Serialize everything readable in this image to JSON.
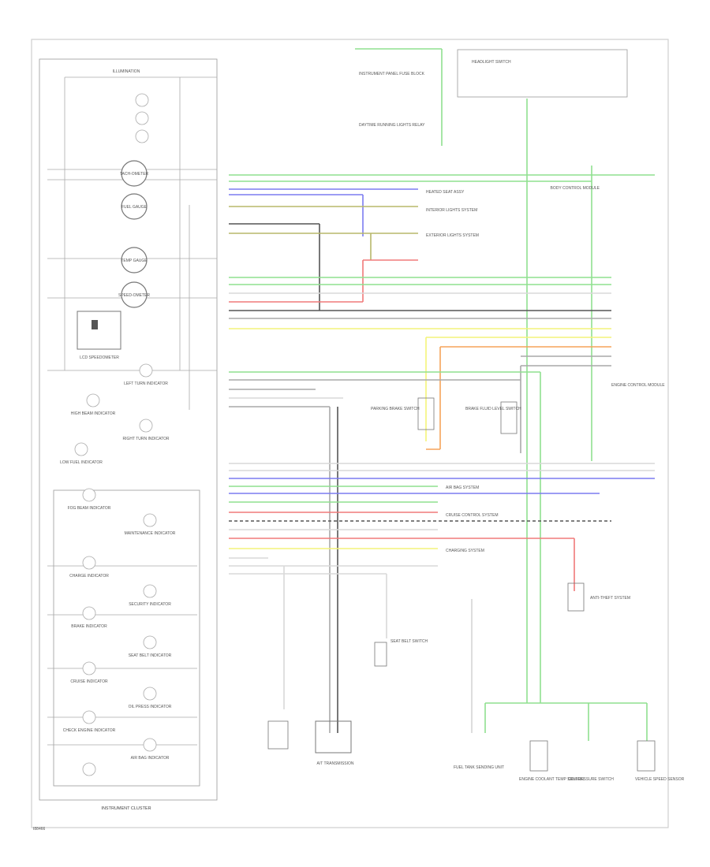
{
  "footer": {
    "code": "I88466"
  },
  "cluster": {
    "name": "INSTRUMENT CLUSTER",
    "top_label": "ILLUMINATION",
    "gauges": [
      "TACH-OMETER",
      "FUEL GAUGE",
      "TEMP GAUGE",
      "SPEED-OMETER"
    ],
    "components": [
      {
        "id": "c1",
        "text": "LCD SPEEDOMETER"
      },
      {
        "id": "c2",
        "text": "LEFT TURN INDICATOR"
      },
      {
        "id": "c3",
        "text": "HIGH BEAM INDICATOR"
      },
      {
        "id": "c4",
        "text": "RIGHT TURN INDICATOR"
      },
      {
        "id": "c5",
        "text": "LOW FUEL INDICATOR"
      },
      {
        "id": "c6",
        "text": "FOG BEAM INDICATOR"
      },
      {
        "id": "c7",
        "text": "MAINTENANCE INDICATOR"
      },
      {
        "id": "c8",
        "text": "CHARGE INDICATOR"
      },
      {
        "id": "c9",
        "text": "SECURITY INDICATOR"
      },
      {
        "id": "c10",
        "text": "BRAKE INDICATOR"
      },
      {
        "id": "c11",
        "text": "SEAT BELT INDICATOR"
      },
      {
        "id": "c12",
        "text": "CRUISE INDICATOR"
      },
      {
        "id": "c13",
        "text": "OIL PRESS INDICATOR"
      },
      {
        "id": "c14",
        "text": "CHECK ENGINE INDICATOR"
      },
      {
        "id": "c15",
        "text": "AIR BAG INDICATOR"
      }
    ]
  },
  "devices": [
    {
      "id": "d1",
      "text": "INSTRUMENT PANEL FUSE BLOCK"
    },
    {
      "id": "d2",
      "text": "DAYTIME RUNNING LIGHTS RELAY"
    },
    {
      "id": "d3",
      "text": "BODY CONTROL MODULE"
    },
    {
      "id": "d4",
      "text": "HEADLIGHT SWITCH"
    },
    {
      "id": "d5",
      "text": "HEATED SEAT ASSY"
    },
    {
      "id": "d6",
      "text": "INTERIOR LIGHTS SYSTEM"
    },
    {
      "id": "d7",
      "text": "EXTERIOR LIGHTS SYSTEM"
    },
    {
      "id": "d8",
      "text": "ENGINE CONTROL MODULE"
    },
    {
      "id": "d9",
      "text": "PARKING BRAKE SWITCH"
    },
    {
      "id": "d10",
      "text": "BRAKE FLUID LEVEL SWITCH"
    },
    {
      "id": "d11",
      "text": "FUEL TANK SENDING UNIT"
    },
    {
      "id": "d12",
      "text": "ENGINE COOLANT TEMP SENSOR"
    },
    {
      "id": "d13",
      "text": "OIL PRESSURE SWITCH"
    },
    {
      "id": "d14",
      "text": "VEHICLE SPEED SENSOR"
    },
    {
      "id": "d15",
      "text": "AIR BAG SYSTEM"
    },
    {
      "id": "d16",
      "text": "SEAT BELT SWITCH"
    },
    {
      "id": "d17",
      "text": "CHARGING SYSTEM"
    },
    {
      "id": "d18",
      "text": "CRUISE CONTROL SYSTEM"
    },
    {
      "id": "d19",
      "text": "ANTI-THEFT SYSTEM"
    },
    {
      "id": "d20",
      "text": "A/T TRANSMISSION"
    }
  ],
  "colors": {
    "green": "#8fe08f",
    "blue": "#7b7bf0",
    "yellow": "#f3f37a",
    "red": "#f07a7a",
    "orange": "#f5a35a",
    "olive": "#b8b86a",
    "gray": "#a9a9a9",
    "dark": "#555555",
    "light": "#d9d9d9"
  }
}
